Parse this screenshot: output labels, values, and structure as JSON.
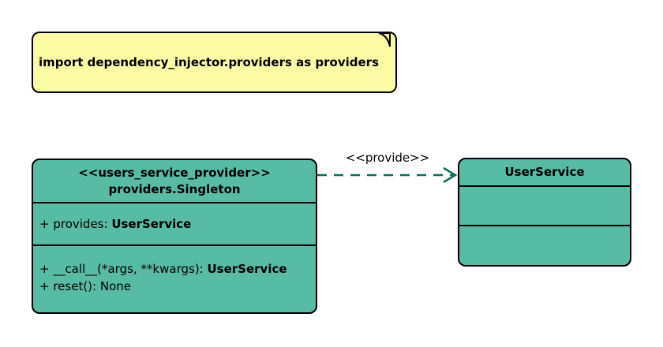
{
  "colors": {
    "class_fill": "#58BBA4",
    "note_fill": "#FBFBA6",
    "edge": "#0E6B58",
    "border": "#000000",
    "text": "#000000"
  },
  "note": {
    "text": "import dependency_injector.providers as providers"
  },
  "edge": {
    "label": "<<provide>>"
  },
  "provider_class": {
    "stereotype": "<<users_service_provider>>",
    "name": "providers.Singleton",
    "attributes": [
      {
        "prefix": "+ provides: ",
        "type": "UserService"
      }
    ],
    "methods": [
      {
        "prefix": "+ __call__(*args, **kwargs): ",
        "type": "UserService"
      },
      {
        "prefix": "+ reset(): None",
        "type": ""
      }
    ]
  },
  "user_service_class": {
    "name": "UserService"
  }
}
